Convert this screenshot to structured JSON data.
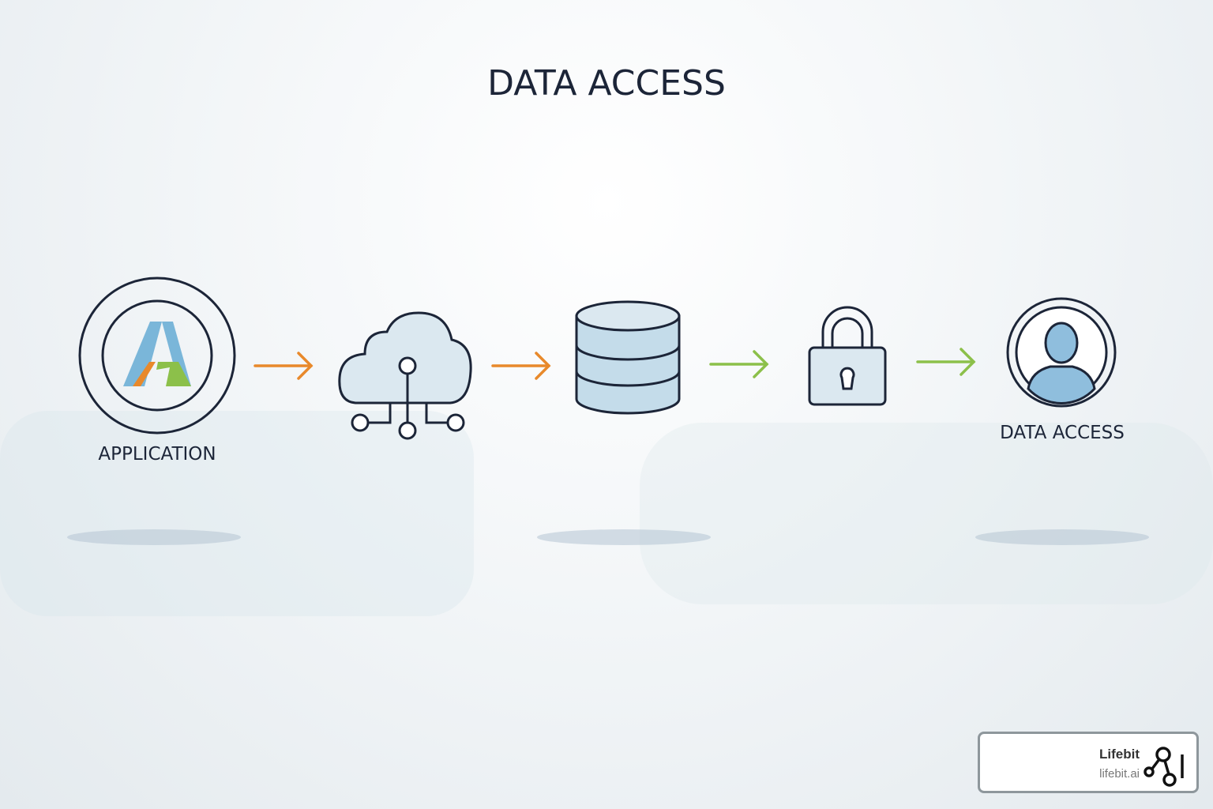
{
  "title": "DATA ACCESS",
  "nodes": [
    {
      "id": "application",
      "label": "APPLICATION",
      "icon": "app-logo-icon"
    },
    {
      "id": "cloud",
      "label": "",
      "icon": "cloud-network-icon"
    },
    {
      "id": "database",
      "label": "",
      "icon": "database-icon"
    },
    {
      "id": "lock",
      "label": "",
      "icon": "padlock-icon"
    },
    {
      "id": "user",
      "label": "DATA ACCESS",
      "icon": "user-icon"
    }
  ],
  "colors": {
    "orange": "#e8892b",
    "green": "#8cc04a",
    "blue": "#7ab6d9",
    "ink": "#1c2538",
    "fill": "#c4dcea"
  },
  "badge": {
    "name": "Lifebit",
    "url": "lifebit.ai"
  }
}
